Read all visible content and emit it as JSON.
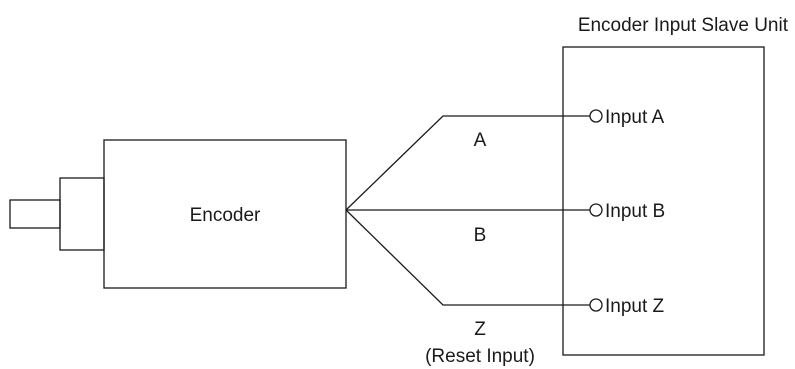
{
  "slave_unit": {
    "title": "Encoder Input Slave Unit",
    "inputs": [
      "Input A",
      "Input B",
      "Input Z"
    ]
  },
  "encoder": {
    "label": "Encoder"
  },
  "signals": {
    "a": "A",
    "b": "B",
    "z": "Z",
    "z_note": "(Reset Input)"
  }
}
